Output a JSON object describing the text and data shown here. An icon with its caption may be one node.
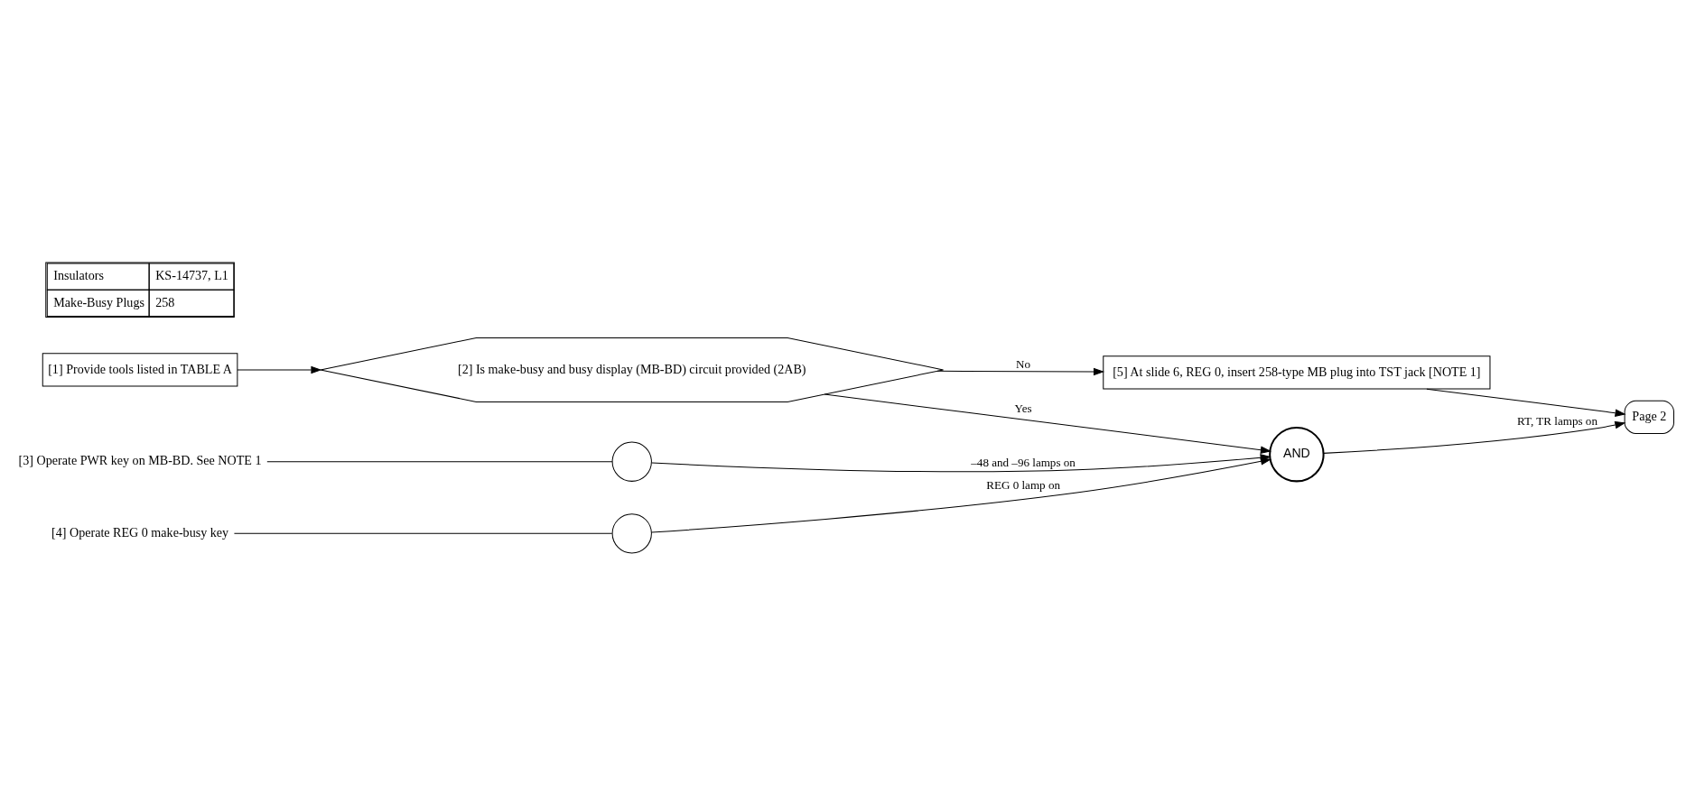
{
  "diagram": {
    "nodes": [
      {
        "text": [
          "[1] Provide tools listed in TABLE A"
        ]
      },
      {
        "text": [
          "[2] Is make-busy and busy display (MB-BD) circuit provided (2AB)"
        ]
      },
      {
        "text": [
          "[3] Operate PWR key on MB-BD. See NOTE 1"
        ]
      },
      {
        "text": [],
        "shape": "circle"
      },
      {
        "text": [
          "[4] Operate REG 0 make-busy key"
        ]
      },
      {
        "text": [],
        "shape": "circle"
      },
      {
        "text": [
          "AND"
        ]
      },
      {
        "text": [
          "Page 2"
        ]
      },
      {
        "text": [
          "[5] At slide 6, REG 0, insert 258-type MB plug into TST jack [NOTE 1]"
        ]
      }
    ],
    "edges": [
      {
        "from": 0,
        "to": 1,
        "arrow": "to"
      },
      {
        "from": 1,
        "to": 6,
        "arrow": "to",
        "label": "Yes"
      },
      {
        "from": 1,
        "to": 8,
        "arrow": "to",
        "label": "No"
      },
      {
        "from": 2,
        "to": 3,
        "arrow": "none"
      },
      {
        "from": 3,
        "to": 6,
        "arrow": "to",
        "label": "–48 and –96 lamps on"
      },
      {
        "from": 4,
        "to": 5,
        "arrow": "none"
      },
      {
        "from": 5,
        "to": 6,
        "arrow": "to",
        "label": "REG 0 lamp on"
      },
      {
        "from": 6,
        "to": 7,
        "arrow": "to",
        "label": "RT, TR lamps on"
      },
      {
        "from": 8,
        "to": 7,
        "arrow": "to"
      }
    ],
    "labels": [
      "Insulators",
      "KS-14737, L1",
      "Make-Busy Plugs",
      "258"
    ]
  }
}
